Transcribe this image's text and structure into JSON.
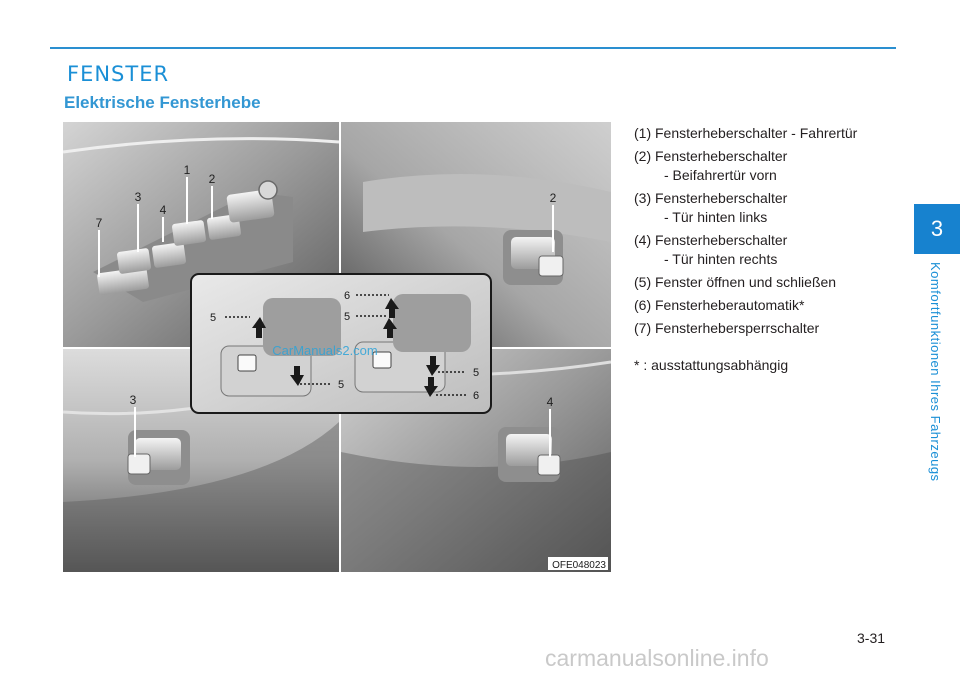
{
  "header": {
    "title": "FENSTER"
  },
  "section": {
    "subtitle": "Elektrische Fensterhebe"
  },
  "figure": {
    "code": "OFE048023",
    "numbers": [
      "1",
      "2",
      "3",
      "4",
      "7",
      "2",
      "3",
      "4",
      "5",
      "5",
      "5",
      "5",
      "6",
      "6"
    ],
    "overlay_text": "CarManuals2.com"
  },
  "callouts": [
    {
      "line1": "(1) Fensterheberschalter - Fahrertür",
      "line2": ""
    },
    {
      "line1": "(2) Fensterheberschalter",
      "line2": "- Beifahrertür vorn"
    },
    {
      "line1": "(3) Fensterheberschalter",
      "line2": "- Tür hinten links"
    },
    {
      "line1": "(4) Fensterheberschalter",
      "line2": "- Tür hinten rechts"
    },
    {
      "line1": "(5) Fenster öffnen und schließen",
      "line2": ""
    },
    {
      "line1": "(6) Fensterheberautomatik*",
      "line2": ""
    },
    {
      "line1": "(7) Fensterhebersperrschalter",
      "line2": ""
    }
  ],
  "note": "* : ausstattungsabhängig",
  "chapter": {
    "number": "3",
    "title": "Komfortfunktionen Ihres Fahrzeugs"
  },
  "page": {
    "number": "3-31"
  },
  "watermark": "carmanualsonline.info",
  "colors": {
    "accent": "#1a8fd6",
    "tab": "#1782cf"
  }
}
